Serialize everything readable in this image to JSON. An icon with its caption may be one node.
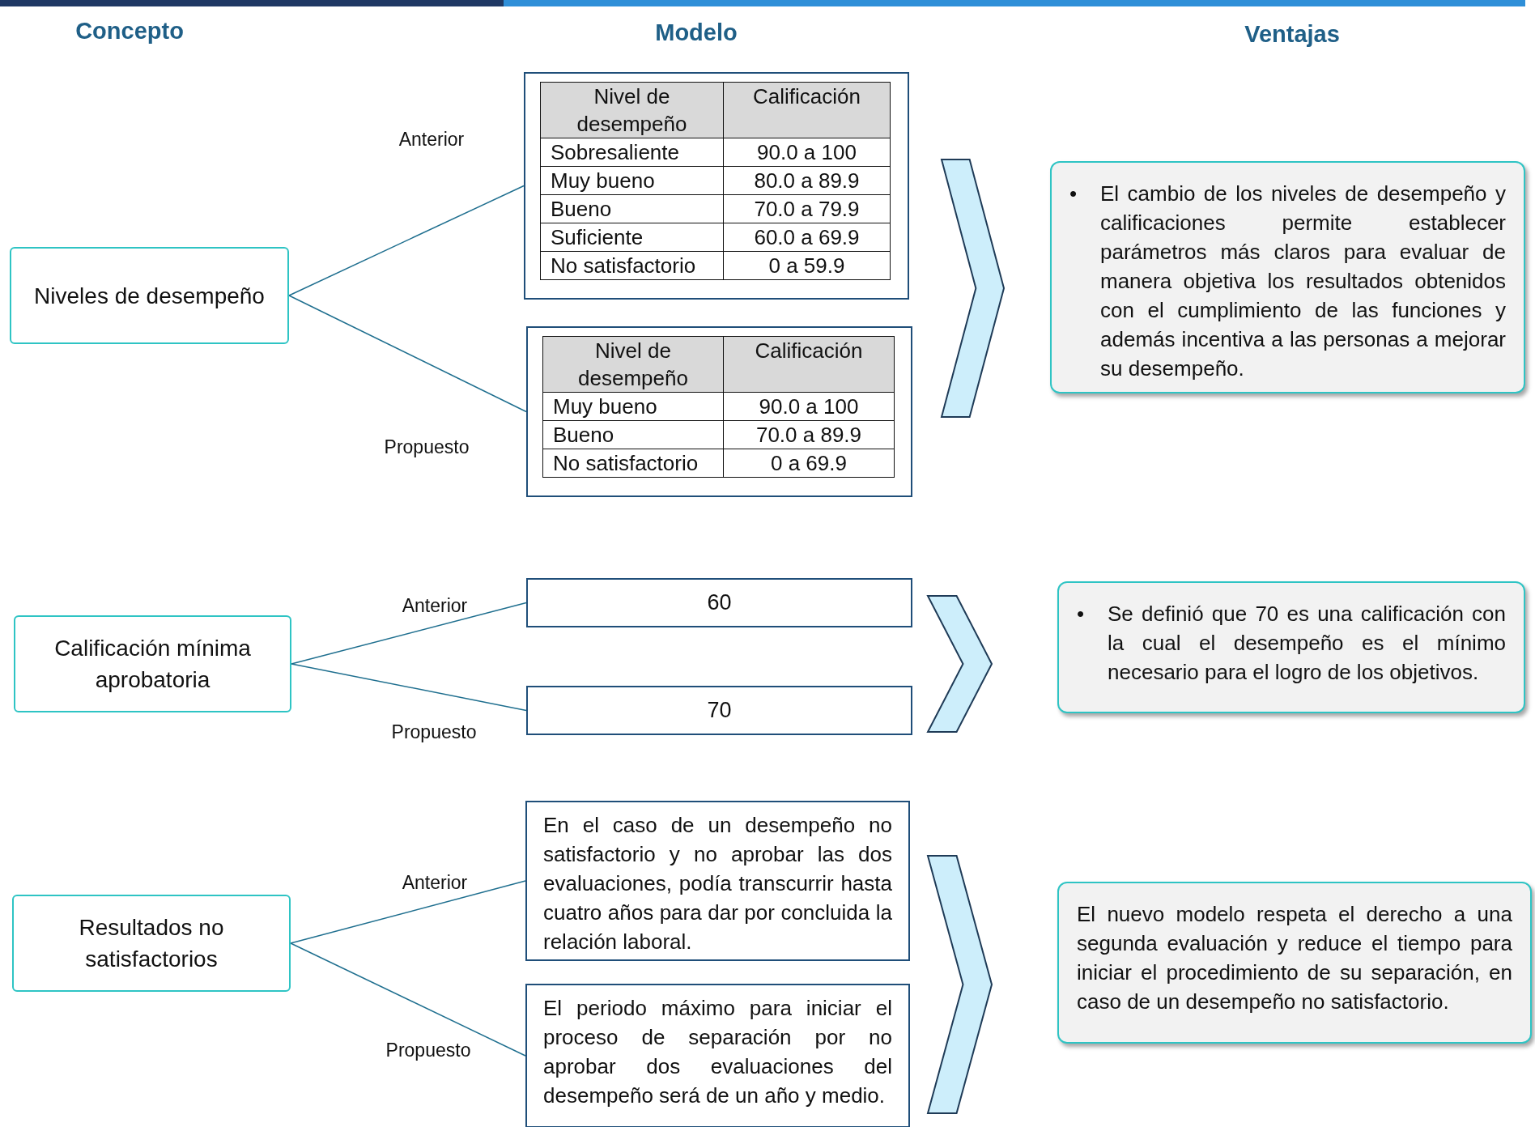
{
  "diagram": {
    "nodes": [
      {
        "text": [
          "Niveles de desempeño"
        ]
      },
      {
        "text": [
          "Nivel de desempeño",
          "Calificación",
          "Sobresaliente",
          "90.0 a 100",
          "Muy bueno",
          "80.0 a 89.9",
          "Bueno",
          "70.0 a 79.9",
          "Suficiente",
          "60.0 a 69.9",
          "No satisfactorio",
          "0 a 59.9"
        ]
      },
      {
        "text": [
          "Nivel de desempeño",
          "Calificación",
          "Muy bueno",
          "90.0 a 100",
          "Bueno",
          "70.0 a 89.9",
          "No satisfactorio",
          "0 a 69.9"
        ]
      },
      {
        "text": [
          "•",
          "El cambio de los niveles de desempeño y calificaciones permite establecer parámetros más claros para evaluar de manera objetiva los resultados obtenidos con el cumplimiento de las funciones y además incentiva a las personas a mejorar su desempeño."
        ]
      },
      {
        "text": [
          "Calificación mínima aprobatoria"
        ]
      },
      {
        "text": [
          "60"
        ]
      },
      {
        "text": [
          "70"
        ]
      },
      {
        "text": [
          "•",
          "Se definió que 70 es una calificación con la cual el desempeño es el mínimo necesario para el logro de los objetivos."
        ]
      },
      {
        "text": [
          "Resultados no satisfactorios"
        ]
      },
      {
        "text": [
          "En el caso de un desempeño no satisfactorio y no aprobar las dos evaluaciones, podía transcurrir hasta cuatro años para dar por concluida la relación laboral."
        ]
      },
      {
        "text": [
          "El periodo máximo para iniciar el proceso de separación por no aprobar dos evaluaciones del desempeño será de un año y medio."
        ]
      },
      {
        "text": [
          "El nuevo modelo respeta el derecho a una segunda evaluación y reduce el tiempo para iniciar el procedimiento de su separación, en caso de un desempeño no satisfactorio."
        ]
      }
    ],
    "edges": [
      {
        "from": 0,
        "to": 1,
        "arrow": "none",
        "label": "Anterior"
      },
      {
        "from": 0,
        "to": 2,
        "arrow": "none",
        "label": "Propuesto"
      },
      {
        "from": 1,
        "to": 3,
        "arrow": "to"
      },
      {
        "from": 2,
        "to": 3,
        "arrow": "to"
      },
      {
        "from": 4,
        "to": 5,
        "arrow": "none",
        "label": "Anterior"
      },
      {
        "from": 4,
        "to": 6,
        "arrow": "none",
        "label": "Propuesto"
      },
      {
        "from": 5,
        "to": 7,
        "arrow": "to"
      },
      {
        "from": 6,
        "to": 7,
        "arrow": "to"
      },
      {
        "from": 8,
        "to": 9,
        "arrow": "none",
        "label": "Anterior"
      },
      {
        "from": 8,
        "to": 10,
        "arrow": "none",
        "label": "Propuesto"
      },
      {
        "from": 9,
        "to": 11,
        "arrow": "to"
      },
      {
        "from": 10,
        "to": 11,
        "arrow": "to"
      }
    ],
    "labels": [
      "Concepto",
      "Modelo",
      "Ventajas"
    ]
  }
}
